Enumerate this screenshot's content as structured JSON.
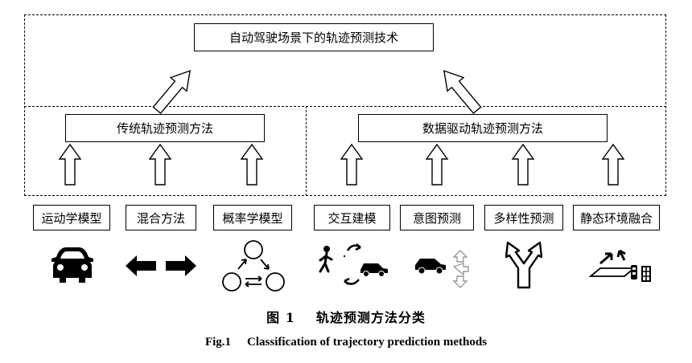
{
  "top_box": "自动驾驶场景下的轨迹预测技术",
  "left_group": {
    "title": "传统轨迹预测方法",
    "items": [
      "运动学模型",
      "混合方法",
      "概率学模型"
    ]
  },
  "right_group": {
    "title": "数据驱动轨迹预测方法",
    "items": [
      "交互建模",
      "意图预测",
      "多样性预测",
      "静态环境融合"
    ]
  },
  "icons": [
    "car-front-icon",
    "left-right-arrows-icon",
    "state-cycle-icon",
    "pedestrian-car-interaction-icon",
    "car-intention-icon",
    "diverging-arrows-icon",
    "environment-fusion-icon"
  ],
  "caption": {
    "cn_label": "图 1",
    "cn_text": "轨迹预测方法分类",
    "en_label": "Fig.1",
    "en_text": "Classification of trajectory prediction methods"
  }
}
